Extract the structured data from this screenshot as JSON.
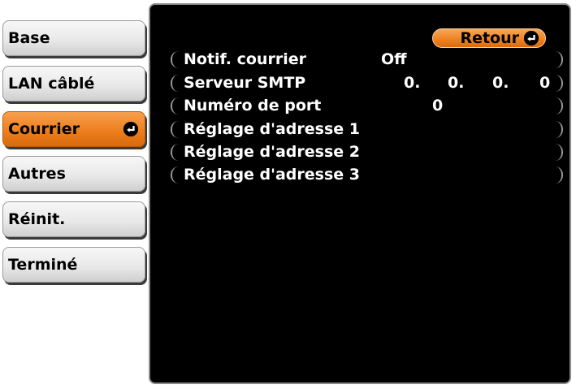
{
  "sidebar": {
    "items": [
      {
        "label": "Base"
      },
      {
        "label": "LAN câblé"
      },
      {
        "label": "Courrier",
        "active": true
      },
      {
        "label": "Autres"
      },
      {
        "label": "Réinit."
      },
      {
        "label": "Terminé"
      }
    ]
  },
  "panel": {
    "back_label": "Retour",
    "rows": [
      {
        "label": "Notif. courrier",
        "value": "Off"
      },
      {
        "label": "Serveur SMTP",
        "ip": [
          "0.",
          "0.",
          "0.",
          "0"
        ]
      },
      {
        "label": "Numéro de port",
        "value": "0"
      },
      {
        "label": "Réglage d'adresse 1"
      },
      {
        "label": "Réglage d'adresse 2"
      },
      {
        "label": "Réglage d'adresse 3"
      }
    ]
  },
  "colors": {
    "accent": "#ee801f",
    "panel_bg": "#000000",
    "tab_bg": "#e9e9e9"
  },
  "icons": {
    "enter": "enter-return-icon"
  }
}
